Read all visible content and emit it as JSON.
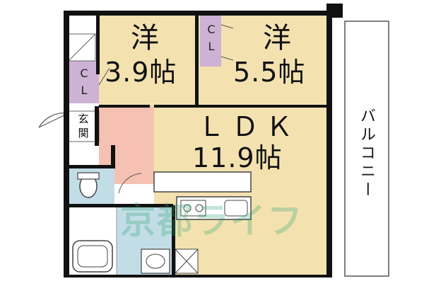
{
  "rooms": {
    "western_left": {
      "name": "洋",
      "size": "3.9帖"
    },
    "western_right": {
      "name": "洋",
      "size": "5.5帖"
    },
    "ldk": {
      "name": "ＬＤＫ",
      "size": "11.9帖"
    }
  },
  "closets": {
    "left": "CL",
    "top": "CL"
  },
  "entrance": "玄関",
  "balcony": "バルコニー",
  "watermark": "京都ライフ",
  "colors": {
    "room_beige": "#f3e2b0",
    "closet_purple": "#cdb2d6",
    "hall_pink": "#f5c1b3",
    "wet_blue": "#c3dde6",
    "wall": "#111111"
  }
}
